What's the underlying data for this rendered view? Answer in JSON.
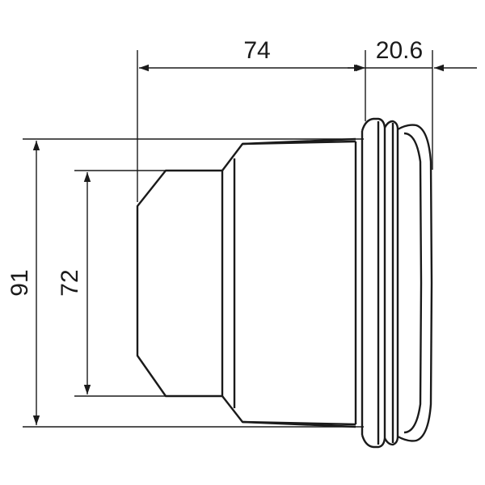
{
  "dimensions": {
    "overall_length": "74",
    "lens_depth": "20.6",
    "outer_diameter": "91",
    "rear_diameter": "72"
  },
  "colors": {
    "ink": "#1a1a1a",
    "background": "#ffffff"
  }
}
